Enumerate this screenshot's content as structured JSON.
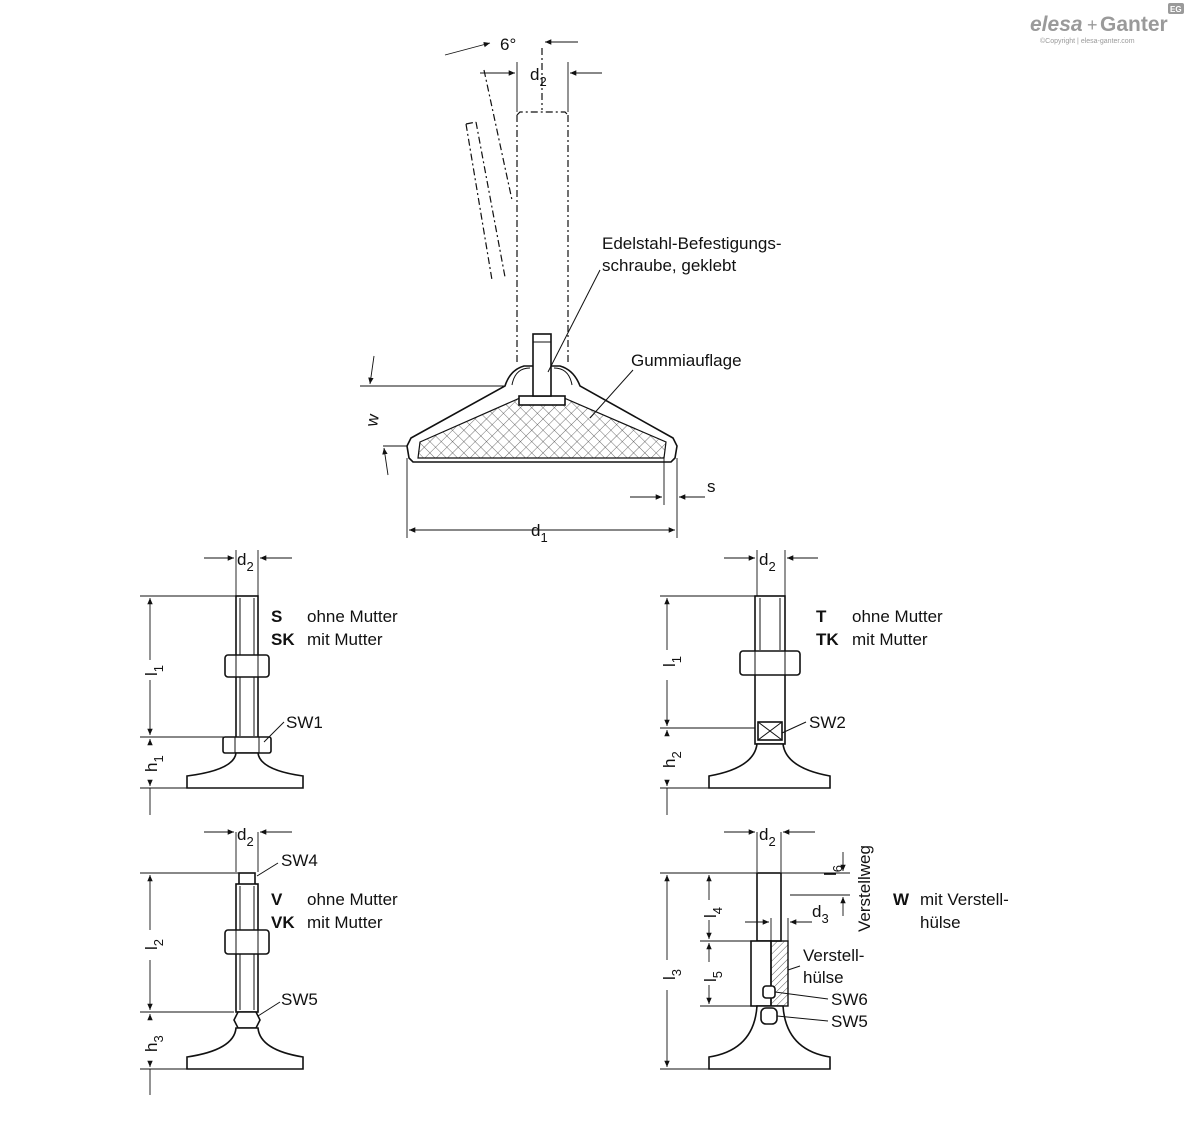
{
  "logo": {
    "brand_left": "elesa",
    "plus": "+",
    "brand_right": "Ganter",
    "badge": "EG",
    "copyright": "©Copyright | elesa-ganter.com"
  },
  "top_view": {
    "angle": "6°",
    "d2": "d",
    "d2_sub": "2",
    "d1": "d",
    "d1_sub": "1",
    "w": "w",
    "s": "s",
    "screw_label_1": "Edelstahl-Befestigungs-",
    "screw_label_2": "schraube, geklebt",
    "pad_label": "Gummiauflage"
  },
  "type_S": {
    "d2": "d",
    "d2_sub": "2",
    "l1": "l",
    "l1_sub": "1",
    "h1": "h",
    "h1_sub": "1",
    "sw": "SW1",
    "code1": "S",
    "desc1": "ohne Mutter",
    "code2": "SK",
    "desc2": "mit Mutter"
  },
  "type_T": {
    "d2": "d",
    "d2_sub": "2",
    "l1": "l",
    "l1_sub": "1",
    "h2": "h",
    "h2_sub": "2",
    "sw": "SW2",
    "code1": "T",
    "desc1": "ohne Mutter",
    "code2": "TK",
    "desc2": "mit Mutter"
  },
  "type_V": {
    "d2": "d",
    "d2_sub": "2",
    "l2": "l",
    "l2_sub": "2",
    "h3": "h",
    "h3_sub": "3",
    "sw4": "SW4",
    "sw5": "SW5",
    "code1": "V",
    "desc1": "ohne Mutter",
    "code2": "VK",
    "desc2": "mit Mutter"
  },
  "type_W": {
    "d2": "d",
    "d2_sub": "2",
    "l3": "l",
    "l3_sub": "3",
    "l4": "l",
    "l4_sub": "4",
    "l5": "l",
    "l5_sub": "5",
    "l6": "l",
    "l6_sub": "6",
    "d3": "d",
    "d3_sub": "3",
    "travel": "Verstellweg",
    "sleeve_1": "Verstell-",
    "sleeve_2": "hülse",
    "sw6": "SW6",
    "sw5": "SW5",
    "code": "W",
    "desc_1": "mit Verstell-",
    "desc_2": "hülse"
  }
}
